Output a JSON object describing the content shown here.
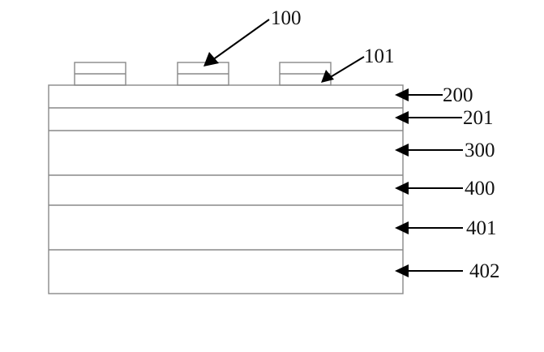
{
  "labels": {
    "l100": "100",
    "l101": "101",
    "l200": "200",
    "l201": "201",
    "l300": "300",
    "l400": "400",
    "l401": "401",
    "l402": "402"
  },
  "colors": {
    "outline": "#888888",
    "arrow": "#000000"
  }
}
